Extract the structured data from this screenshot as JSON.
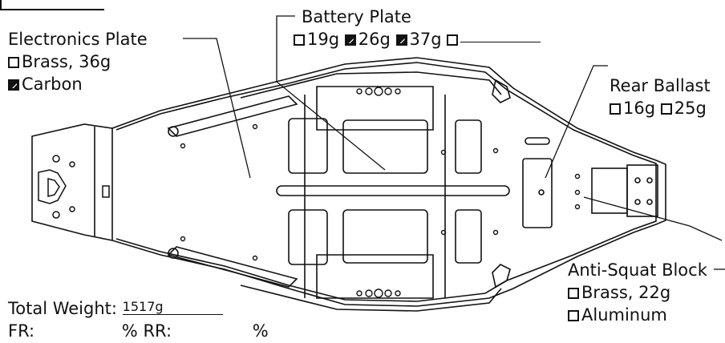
{
  "labels": {
    "electronics_plate": {
      "title": "Electronics Plate",
      "option1": "Brass, 36g",
      "option2": "Carbon"
    },
    "battery_plate": {
      "title": "Battery Plate",
      "opt1": "19g",
      "opt2": "26g",
      "opt3": "37g"
    },
    "rear_ballast": {
      "title": "Rear Ballast",
      "opt1": "16g",
      "opt2": "25g"
    },
    "anti_squat": {
      "title": "Anti-Squat Block",
      "option1": "Brass, 22g",
      "option2": "Aluminum"
    },
    "weight": {
      "total_label": "Total Weight:",
      "total_value": "1517g",
      "fr_label": "FR:",
      "rr_label": "RR:",
      "percent": "%"
    }
  },
  "colors": {
    "line": "#111111",
    "background": "#ffffff"
  }
}
